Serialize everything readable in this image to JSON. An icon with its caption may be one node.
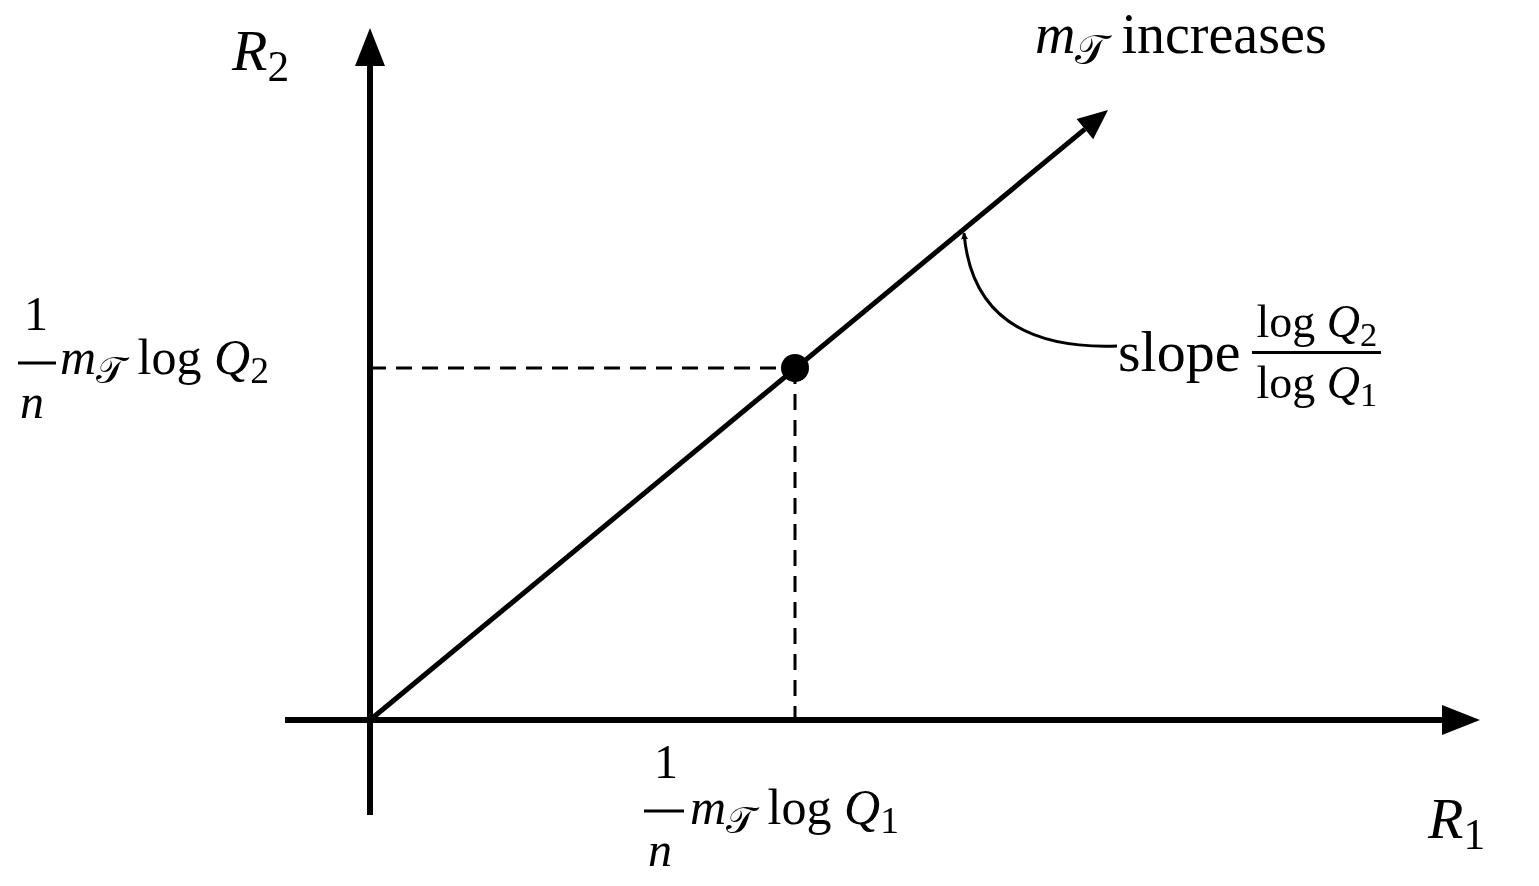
{
  "diagram": {
    "nodes": [
      {
        "text": [
          "slope",
          "log *Q*$_{2}$",
          "log *Q*$_{1}$"
        ]
      },
      {
        "text": [],
        "shape": "line"
      }
    ],
    "edges": [
      {
        "from": 0,
        "to": 1,
        "arrow": "to"
      }
    ],
    "labels": [
      "*R*$_{2}$",
      "*m*$_{𝒯}$ increases",
      "1",
      "*n*",
      "*m*$_{𝒯}$ log *Q*$_{2}$",
      "1",
      "*n*",
      "*m*$_{𝒯}$ log *Q*$_{1}$",
      "*R*$_{1}$"
    ]
  }
}
